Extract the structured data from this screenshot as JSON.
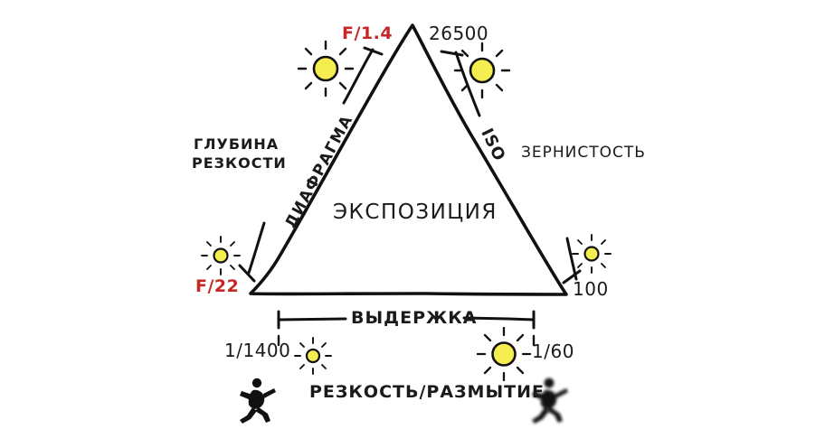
{
  "diagram": {
    "title_center": "ЭКСПОЗИЦИЯ",
    "type": "exposure-triangle",
    "accent_red": "#c72626",
    "ink_black": "#1a1a1a",
    "sun_yellow": "#f5ee50",
    "background": "#ffffff"
  },
  "sides": {
    "left": {
      "name": "ДИАФРАГМА",
      "effect": "ГЛУБИНА\nРЕЗКОСТИ",
      "effect_line1": "ГЛУБИНА",
      "effect_line2": "РЕЗКОСТИ",
      "value_top": "F/1.4",
      "value_bottom": "F/22",
      "value_top_color": "#c72626",
      "value_bottom_color": "#c72626"
    },
    "right": {
      "name": "ISO",
      "effect": "ЗЕРНИСТОСТЬ",
      "value_top": "26500",
      "value_bottom": "100",
      "value_top_color": "#1a1a1a",
      "value_bottom_color": "#1a1a1a"
    },
    "bottom": {
      "name": "ВЫДЕРЖКА",
      "effect": "РЕЗКОСТЬ/РАЗМЫТИЕ",
      "value_left": "1/1400",
      "value_right": "1/60",
      "value_left_color": "#1a1a1a",
      "value_right_color": "#1a1a1a"
    }
  },
  "icons": {
    "sun_aperture_bright": "sun-icon",
    "sun_aperture_dim": "sun-icon",
    "sun_iso_bright": "sun-icon",
    "sun_iso_dim": "sun-icon",
    "sun_shutter_dim": "sun-icon",
    "sun_shutter_bright": "sun-icon",
    "runner_sharp": "running-person-icon",
    "runner_blurred": "running-person-blurred-icon"
  }
}
